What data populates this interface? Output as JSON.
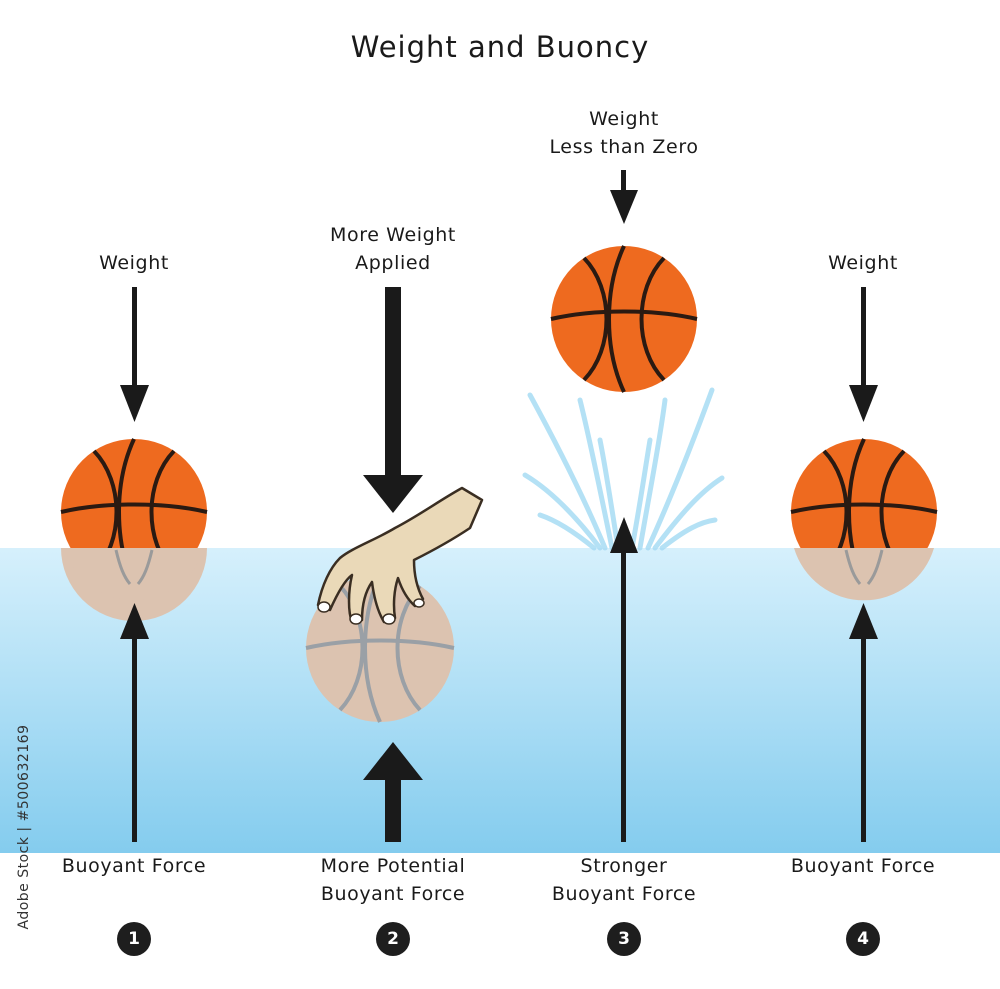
{
  "title": "Weight and Buoncy",
  "panels": [
    {
      "number": "1",
      "top_label": [
        "Weight",
        ""
      ],
      "bottom_label": [
        "Buoyant Force",
        ""
      ]
    },
    {
      "number": "2",
      "top_label": [
        "More Weight",
        "Applied"
      ],
      "bottom_label": [
        "More Potential",
        "Buoyant Force"
      ]
    },
    {
      "number": "3",
      "top_label": [
        "Weight",
        "Less than Zero"
      ],
      "bottom_label": [
        "Stronger",
        "Buoyant Force"
      ]
    },
    {
      "number": "4",
      "top_label": [
        "Weight",
        ""
      ],
      "bottom_label": [
        "Buoyant Force",
        ""
      ]
    }
  ],
  "watermark": "Adobe Stock | #500632169",
  "colors": {
    "water_top": "#d3eefb",
    "water_bottom": "#86cdee",
    "ball": "#ee6a1f",
    "ball_submerged": "#dcc3b0",
    "arrow": "#1a1a1a"
  },
  "icons": [
    "basketball-icon",
    "hand-icon",
    "splash-icon"
  ]
}
